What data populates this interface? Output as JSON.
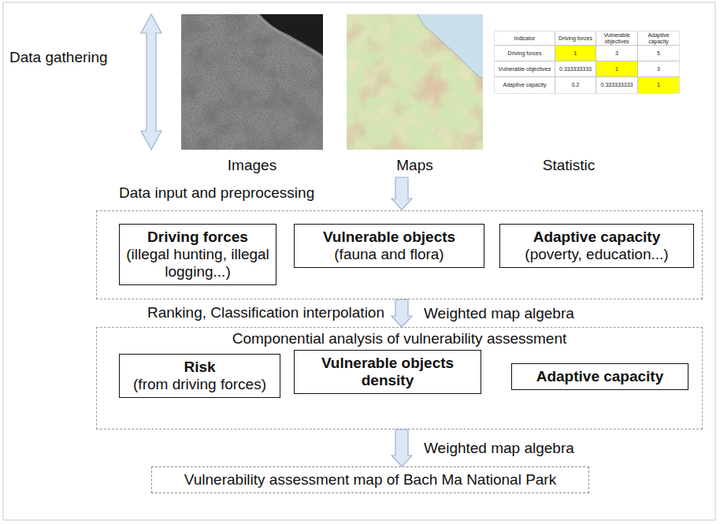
{
  "diagram": {
    "nodes": [
      {
        "text": [
          "Data input and preprocessing"
        ]
      },
      {
        "text": [
          "Driving forces",
          "(illegal hunting, illegal logging...)"
        ],
        "in": 0
      },
      {
        "text": [
          "Vulnerable objects",
          "(fauna and flora)"
        ],
        "in": 0
      },
      {
        "text": [
          "Adaptive capacity",
          "(poverty, education...)"
        ],
        "in": 0
      },
      {
        "text": [
          "Componential analysis of vulnerability assessment"
        ]
      },
      {
        "text": [
          "Risk",
          "(from driving forces)"
        ],
        "in": 4
      },
      {
        "text": [
          "Vulnerable objects density"
        ],
        "in": 4
      },
      {
        "text": [
          "Adaptive capacity"
        ],
        "in": 4
      },
      {
        "text": [
          "Vulnerability assessment map of Bach Ma National Park"
        ]
      }
    ],
    "edges": [
      {
        "from": 0,
        "to": 4,
        "arrow": "to",
        "label": "Weighted map algebra"
      },
      {
        "from": 4,
        "to": 8,
        "arrow": "to",
        "label": "Weighted map algebra"
      }
    ],
    "labels": [
      "Data gathering",
      "Images",
      "Maps",
      "Statistic",
      "Ranking, Classification interpolation",
      "Indicator",
      "Driving forces",
      "Vulnerable objectives",
      "Adaptive capacity",
      "Driving forces",
      "1",
      "3",
      "5",
      "Vulnerable objectives",
      "0.333333333",
      "1",
      "3",
      "Adaptive capacity",
      "0.2",
      "0.333333333",
      "1"
    ]
  }
}
